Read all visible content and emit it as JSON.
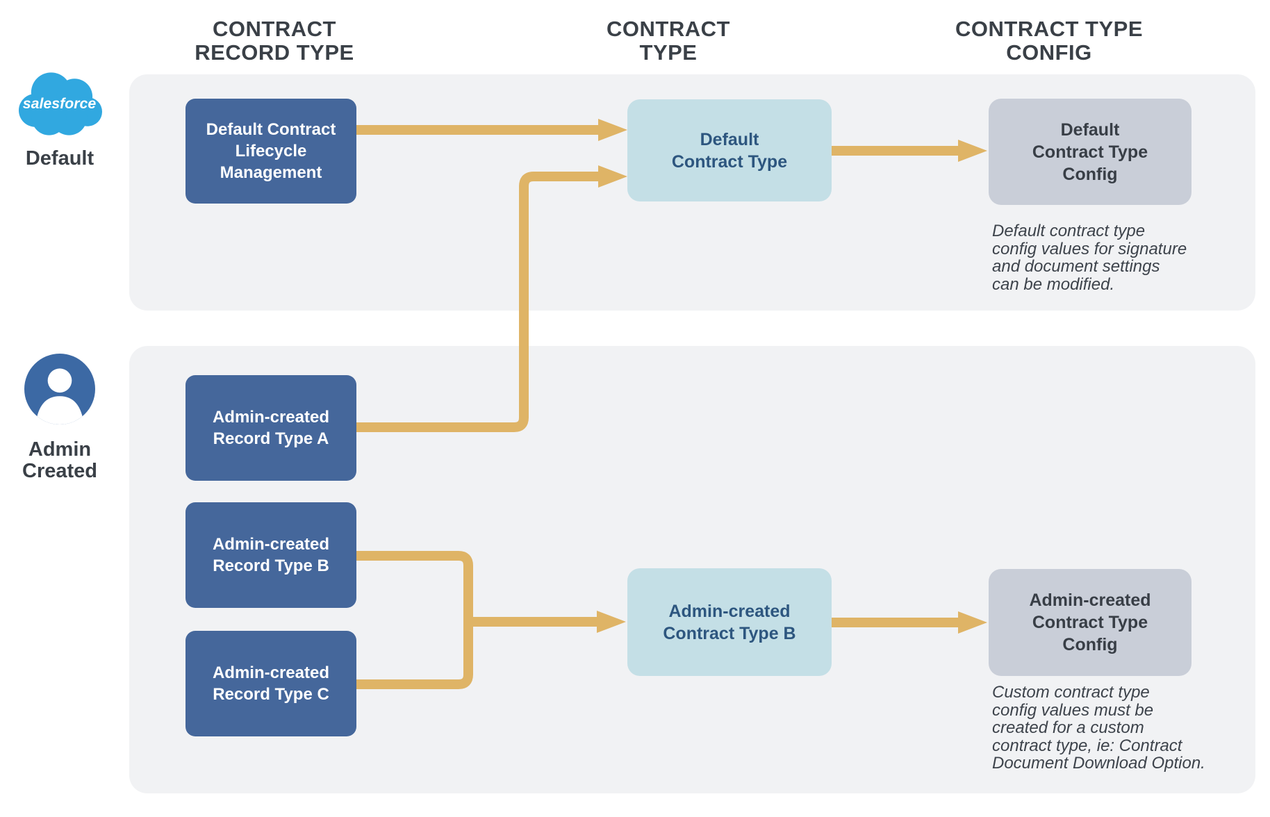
{
  "theme": {
    "background": "#ffffff",
    "panel": "#f1f2f4",
    "dark_box": "#45679b",
    "dark_box_text": "#ffffff",
    "light_box": "#c4dfe6",
    "light_box_text": "#2d567f",
    "gray_box": "#c9ced8",
    "gray_box_text": "#383e46",
    "arrow": "#dfb466",
    "heading_text": "#3a4047",
    "annotation_text": "#3d434b",
    "salesforce_blue": "#31a8e0",
    "admin_blue": "#3c69a4"
  },
  "headings": {
    "col1": {
      "line1": "CONTRACT",
      "line2": "RECORD TYPE"
    },
    "col2": {
      "line1": "CONTRACT",
      "line2": "TYPE"
    },
    "col3": {
      "line1": "CONTRACT TYPE",
      "line2": "CONFIG"
    }
  },
  "actors": {
    "default": {
      "label": "Default",
      "logo_text": "salesforce"
    },
    "admin": {
      "label_line1": "Admin",
      "label_line2": "Created"
    }
  },
  "record_types": [
    {
      "lines": [
        "Default Contract",
        "Lifecycle",
        "Management"
      ]
    },
    {
      "lines": [
        "Admin-created",
        "Record Type A"
      ]
    },
    {
      "lines": [
        "Admin-created",
        "Record Type B"
      ]
    },
    {
      "lines": [
        "Admin-created",
        "Record Type C"
      ]
    }
  ],
  "contract_types": [
    {
      "lines": [
        "Default",
        "Contract Type"
      ]
    },
    {
      "lines": [
        "Admin-created",
        "Contract Type B"
      ]
    }
  ],
  "configs": [
    {
      "lines": [
        "Default",
        "Contract Type",
        "Config"
      ],
      "note_lines": [
        "Default contract type",
        "config values for signature",
        "and document settings",
        "can be modified."
      ]
    },
    {
      "lines": [
        "Admin-created",
        "Contract Type",
        "Config"
      ],
      "note_lines": [
        "Custom contract type",
        "config values must be",
        "created for a custom",
        "contract type, ie: Contract",
        "Document Download Option."
      ]
    }
  ]
}
